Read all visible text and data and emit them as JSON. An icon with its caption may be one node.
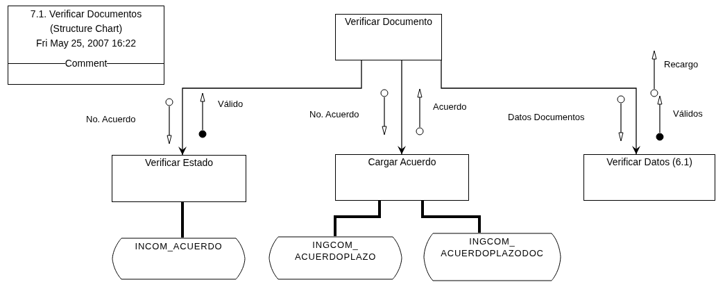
{
  "diagram": {
    "nodes": [
      {
        "text": [
          "7.1. Verificar Documentos (Structure Chart)",
          "Fri May 25, 2007 16:22",
          "Comment"
        ]
      },
      {
        "text": [
          "Verificar Documento"
        ]
      },
      {
        "text": [
          "Verificar Estado"
        ]
      },
      {
        "text": [
          "Cargar Acuerdo"
        ]
      },
      {
        "text": [
          "Verificar Datos (6.1)"
        ]
      },
      {
        "text": [
          "INCOM_ACUERDO"
        ]
      },
      {
        "text": [
          "INGCOM_ ACUERDOPLAZO"
        ]
      },
      {
        "text": [
          "INGCOM_ ACUERDOPLAZODOC"
        ]
      }
    ],
    "edges": [
      {
        "from": 1,
        "to": 2,
        "arrow": "to"
      },
      {
        "from": 1,
        "to": 3,
        "arrow": "to"
      },
      {
        "from": 1,
        "to": 4,
        "arrow": "to"
      },
      {
        "from": 2,
        "to": 5,
        "arrow": "none",
        "style": "thick"
      },
      {
        "from": 3,
        "to": 6,
        "arrow": "none",
        "style": "thick"
      },
      {
        "from": 3,
        "to": 7,
        "arrow": "none",
        "style": "thick"
      }
    ],
    "labels": [
      "No. Acuerdo",
      "Válido",
      "No. Acuerdo",
      "Acuerdo",
      "Recargo",
      "Datos Documentos",
      "Válidos"
    ]
  }
}
